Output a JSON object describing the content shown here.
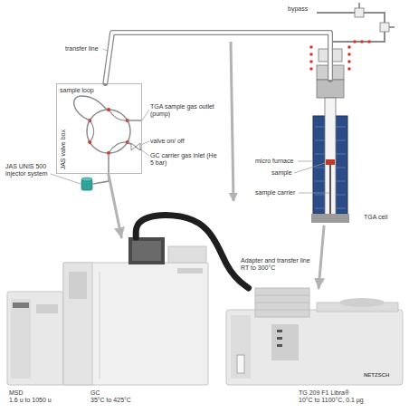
{
  "diagram": {
    "nodes": [
      {
        "text": [
          "JAS valve box"
        ]
      },
      {
        "text": [
          "TGA cell"
        ]
      },
      {
        "text": [
          "MSD",
          "1.6 u to 1050 u"
        ]
      },
      {
        "text": [
          "GC",
          "35°C to 425°C"
        ]
      },
      {
        "text": [
          "TG 209 F1 Libra®",
          "10°C to 1100°C, 0.1 µg"
        ]
      }
    ],
    "edges": [
      {
        "from": 0,
        "to": 3,
        "arrow": "to"
      },
      {
        "from": 1,
        "to": 4,
        "arrow": "to"
      },
      {
        "from": 0,
        "to": 1,
        "arrow": "none"
      },
      {
        "from": 3,
        "to": 4,
        "arrow": "none"
      }
    ],
    "labels": [
      "bypass",
      "transfer line",
      "sample loop",
      "TGA sample gas outlet (pump)",
      "valve on/ off",
      "GC carrier gas inlet (He 5 bar)",
      "JAS UNIS 500 injector system",
      "micro furnace",
      "sample",
      "sample carrier",
      "Adapter and transfer line RT to 300°C",
      "NETZSCH"
    ]
  }
}
